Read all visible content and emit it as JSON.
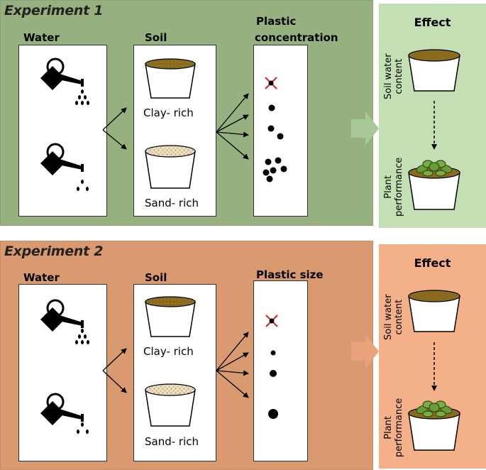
{
  "experiments": [
    {
      "title": "Experiment 1",
      "water_label": "Water",
      "soil_label": "Soil",
      "soil_types": [
        "Clay- rich",
        "Sand- rich"
      ],
      "plastic_label_line1": "Plastic",
      "plastic_label_line2": "concentration",
      "effect": {
        "title": "Effect",
        "soil_water_line1": "Soil water",
        "soil_water_line2": "content",
        "plant_line1": "Plant",
        "plant_line2": "performance"
      }
    },
    {
      "title": "Experiment 2",
      "water_label": "Water",
      "soil_label": "Soil",
      "soil_types": [
        "Clay- rich",
        "Sand- rich"
      ],
      "plastic_label_line1": "Plastic size",
      "plastic_label_line2": "",
      "effect": {
        "title": "Effect",
        "soil_water_line1": "Soil water",
        "soil_water_line2": "content",
        "plant_line1": "Plant",
        "plant_line2": "performance"
      }
    }
  ],
  "colors": {
    "experiment1_panel": "#96b17f",
    "experiment2_panel": "#d99a70",
    "effect1_panel": "#c5dfb4",
    "effect2_panel": "#f3b089",
    "clay_soil": "#8a6a1e",
    "sand_soil": "#e6d8b4",
    "no_plastic_cross": "#d42020"
  },
  "icons": {
    "watering_can": "watering-can-icon",
    "pot": "pot-icon",
    "plant": "plant-icon",
    "no_plastic": "cross-icon",
    "plastic_particle": "dot-icon"
  }
}
